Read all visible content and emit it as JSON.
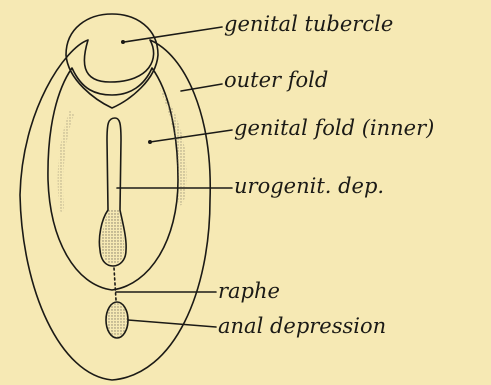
{
  "diagram": {
    "labels": {
      "genital_tubercle": "genital tubercle",
      "outer_fold": "outer fold",
      "genital_fold_inner": "genital fold (inner)",
      "urogenital_depression": "urogenit. dep.",
      "raphe": "raphe",
      "anal_depression": "anal depression"
    },
    "colors": {
      "background": "#f6e9b4",
      "ink": "#1b1a16"
    }
  }
}
